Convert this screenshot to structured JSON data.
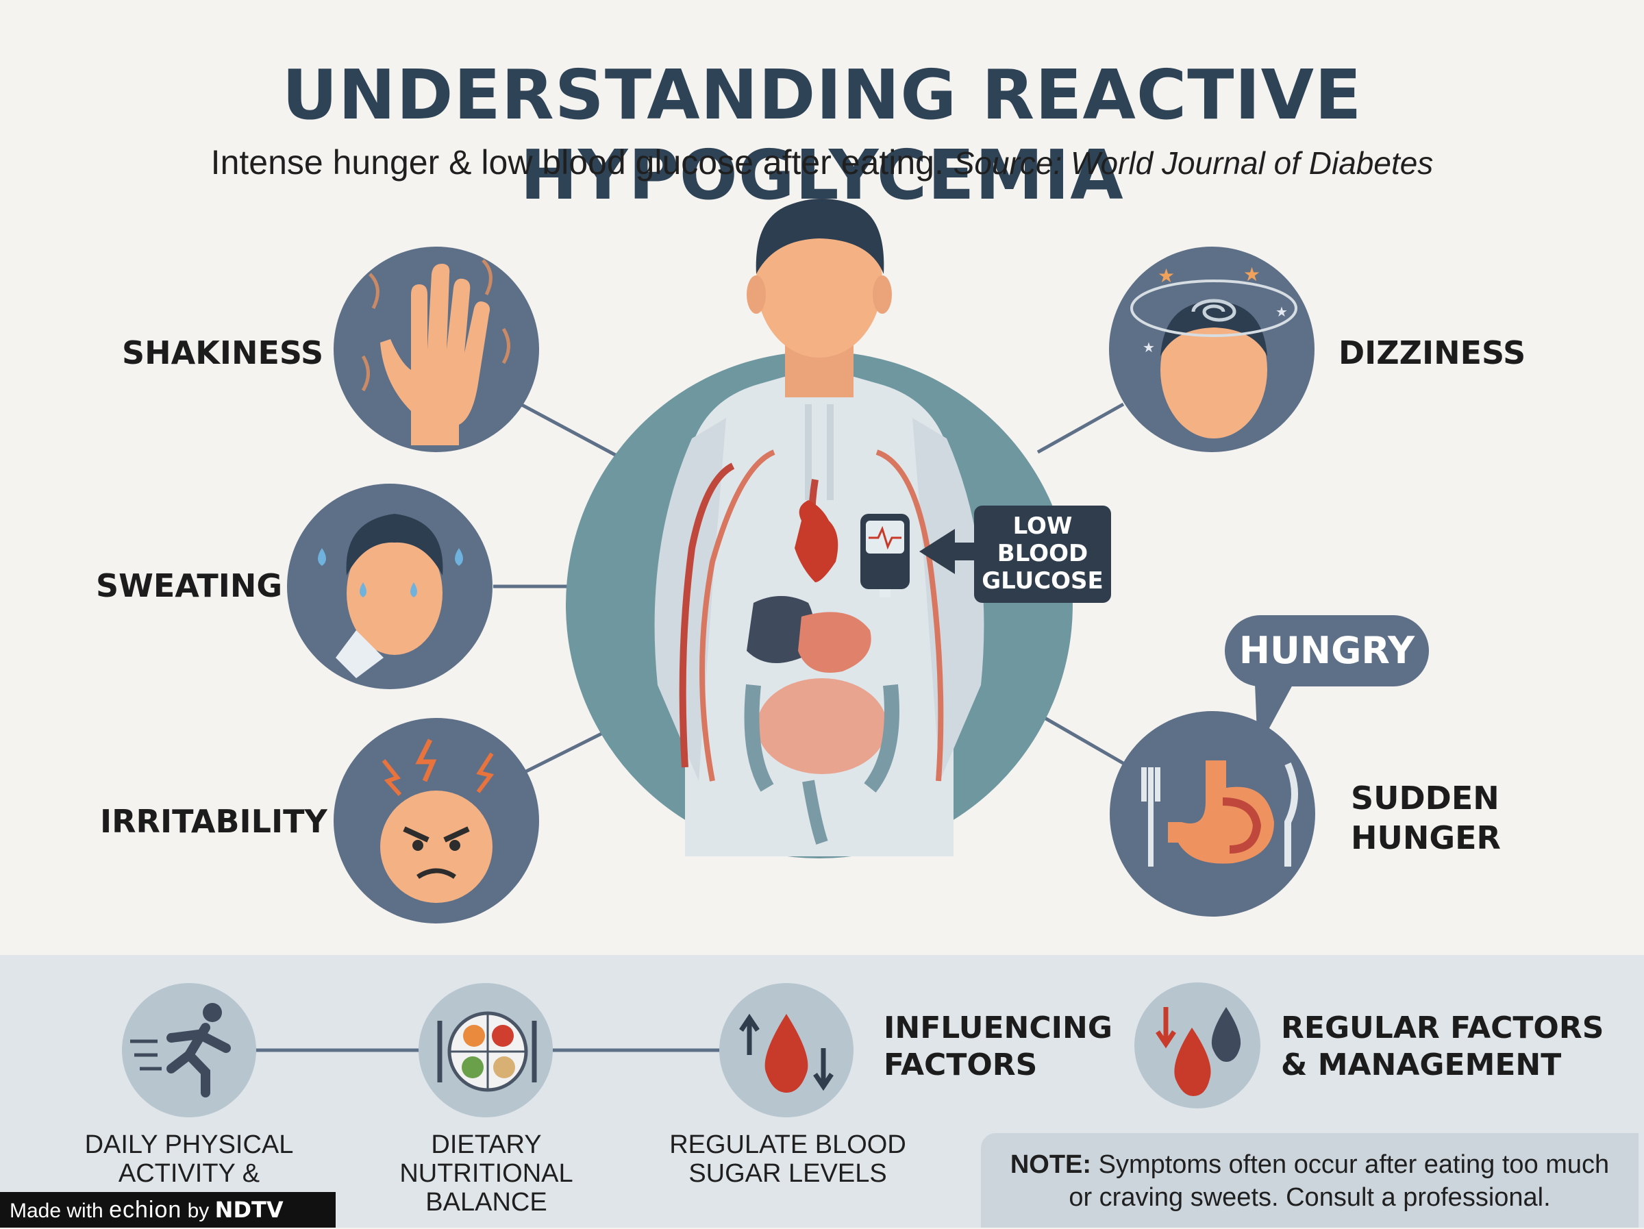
{
  "title": "UNDERSTANDING REACTIVE HYPOGLYCEMIA",
  "subtitle": "Intense hunger & low blood glucose after eating.",
  "source": "Source: World Journal of Diabetes",
  "symptoms": {
    "shakiness": "SHAKINESS",
    "sweating": "SWEATING",
    "irritability": "IRRITABILITY",
    "dizziness": "DIZZINESS",
    "sudden_hunger_line1": "SUDDEN",
    "sudden_hunger_line2": "HUNGER"
  },
  "callout": {
    "line1": "LOW",
    "line2": "BLOOD",
    "line3": "GLUCOSE"
  },
  "speech_bubble": "HUNGRY",
  "management": {
    "activity_line1": "DAILY PHYSICAL",
    "activity_line2": "ACTIVITY & ENERGY",
    "diet_line1": "DIETARY NUTRITIONAL",
    "diet_line2": "BALANCE",
    "regulate_line1": "REGULATE BLOOD",
    "regulate_line2": "SUGAR LEVELS",
    "influencing_line1": "INFLUENCING",
    "influencing_line2": "FACTORS",
    "regular_line1": "REGULAR FACTORS",
    "regular_line2": "& MANAGEMENT"
  },
  "note": {
    "label": "NOTE:",
    "text_line1": "Symptoms often occur after eating too much",
    "text_line2": "or craving sweets. Consult a professional."
  },
  "footer": {
    "made_with": "Made with",
    "brand": "echion",
    "by": "by",
    "publisher": "NDTV"
  },
  "colors": {
    "title": "#2f4357",
    "circle": "#5e6f88",
    "body_circle": "#6e97a0",
    "skin": "#f3b184",
    "blood": "#c83a2a"
  }
}
